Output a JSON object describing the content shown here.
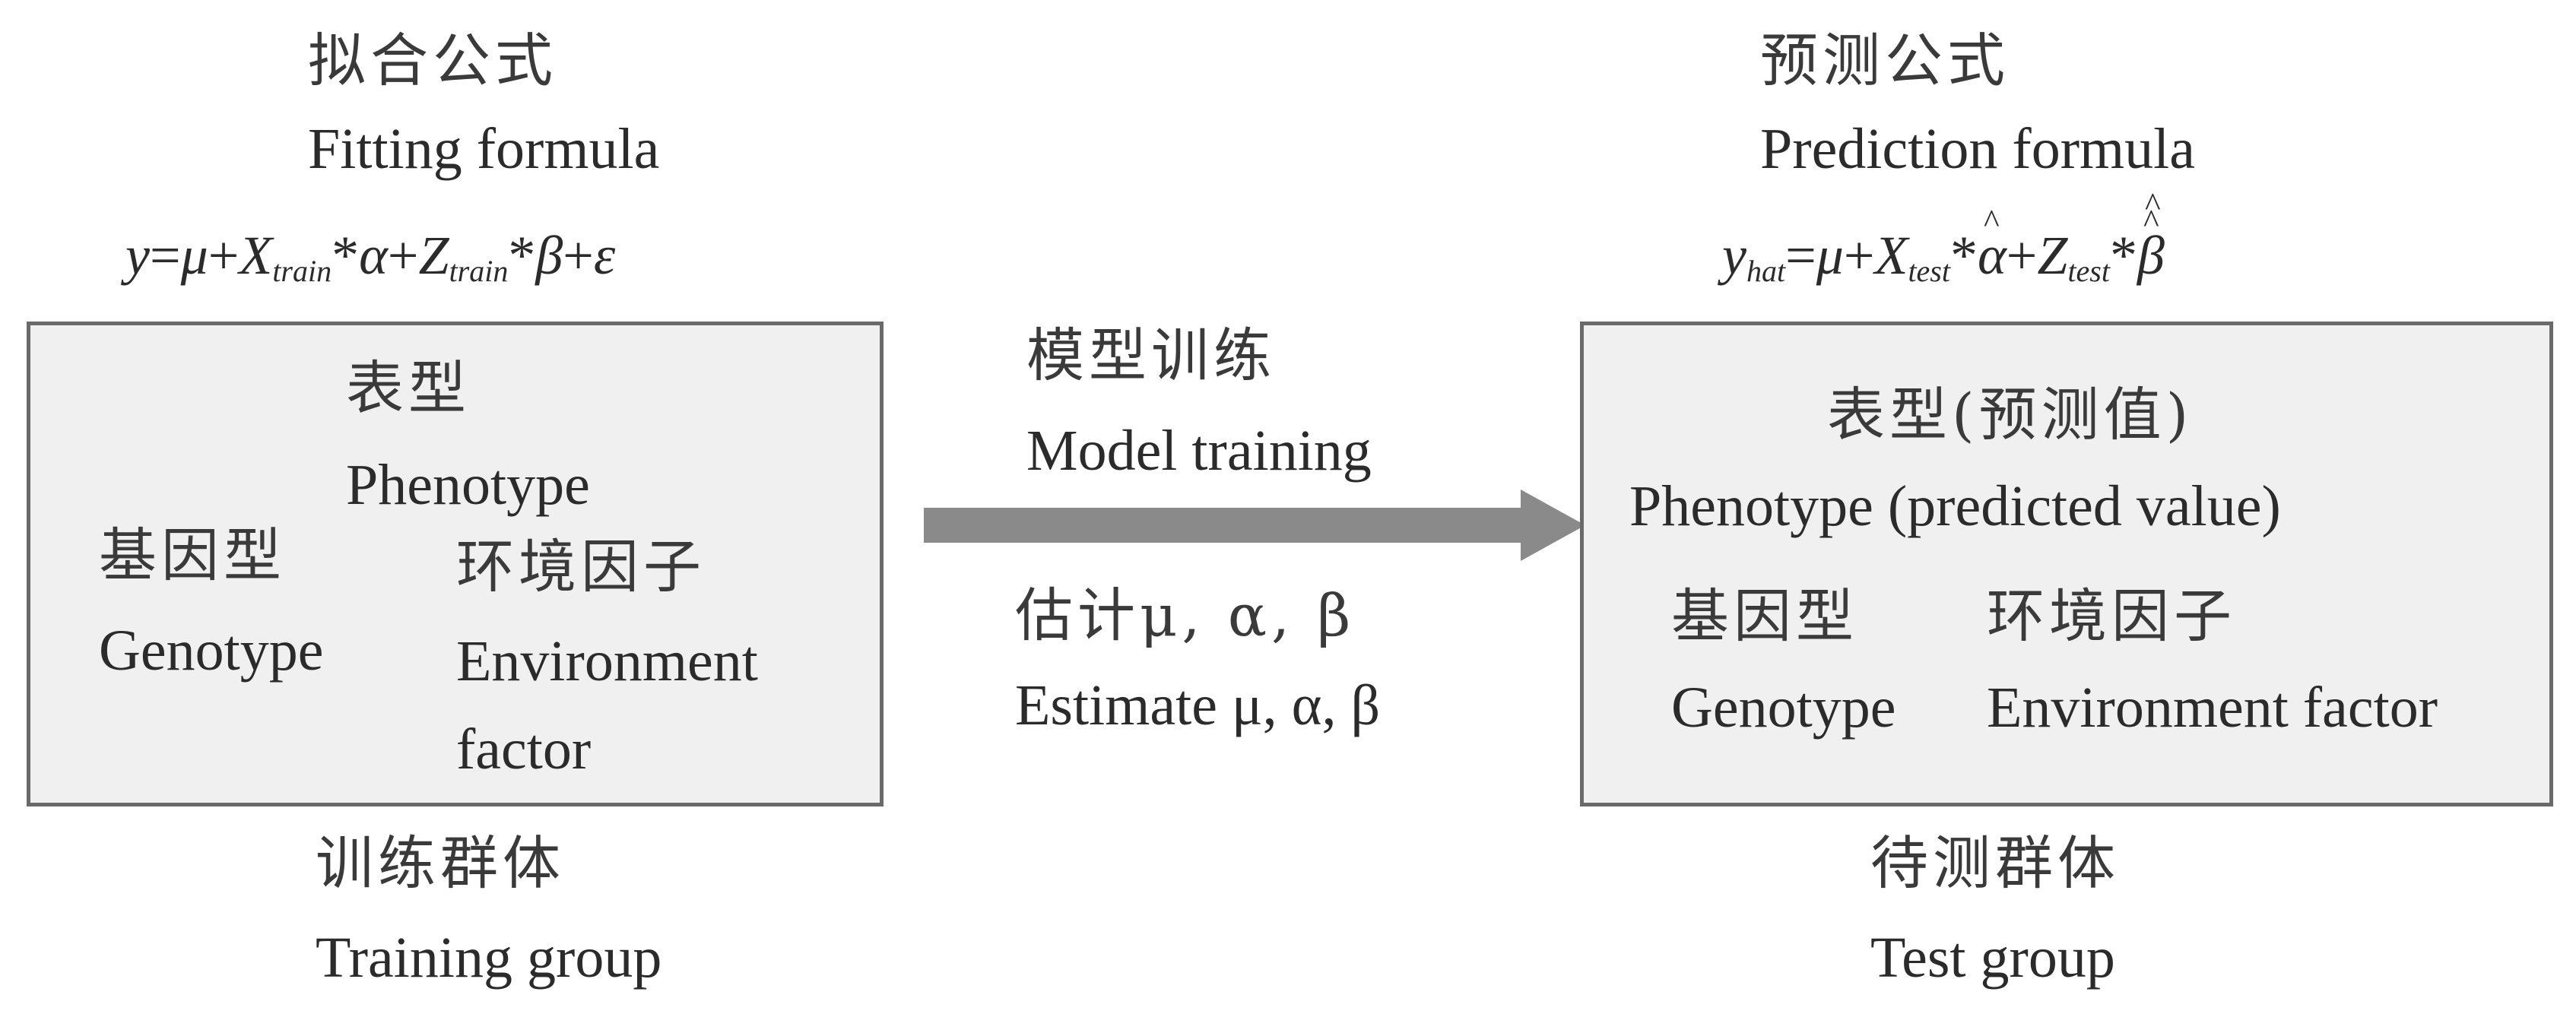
{
  "left": {
    "formula_title_zh": "拟合公式",
    "formula_title_en": "Fitting formula",
    "formula": {
      "y": "y",
      "eq": "=",
      "mu": "μ",
      "plus": "+",
      "X": "X",
      "X_sub": "train",
      "star": "*",
      "alpha": "α",
      "Z": "Z",
      "Z_sub": "train",
      "beta": "β",
      "eps": "ε"
    },
    "box": {
      "phenotype_zh": "表型",
      "phenotype_en": "Phenotype",
      "genotype_zh": "基因型",
      "genotype_en": "Genotype",
      "env_zh": "环境因子",
      "env_en_1": "Environment",
      "env_en_2": "factor"
    },
    "group_zh": "训练群体",
    "group_en": "Training group"
  },
  "middle": {
    "training_zh": "模型训练",
    "training_en": "Model training",
    "estimate_zh": "估计μ, α, β",
    "estimate_en": "Estimate μ, α, β"
  },
  "right": {
    "formula_title_zh": "预测公式",
    "formula_title_en": "Prediction formula",
    "formula": {
      "y": "y",
      "y_sub": "hat",
      "eq": "=",
      "mu": "μ",
      "plus": "+",
      "X": "X",
      "X_sub": "test",
      "star": "*",
      "alpha": "α",
      "Z": "Z",
      "Z_sub": "test",
      "beta": "β"
    },
    "box": {
      "phenotype_zh": "表型(预测值)",
      "phenotype_en": "Phenotype (predicted value)",
      "genotype_zh": "基因型",
      "genotype_en": "Genotype",
      "env_zh": "环境因子",
      "env_en": "Environment factor"
    },
    "group_zh": "待测群体",
    "group_en": "Test group"
  },
  "colors": {
    "box_fill": "#f0f0f0",
    "box_border": "#6a6a6a",
    "arrow": "#8a8a8a"
  }
}
